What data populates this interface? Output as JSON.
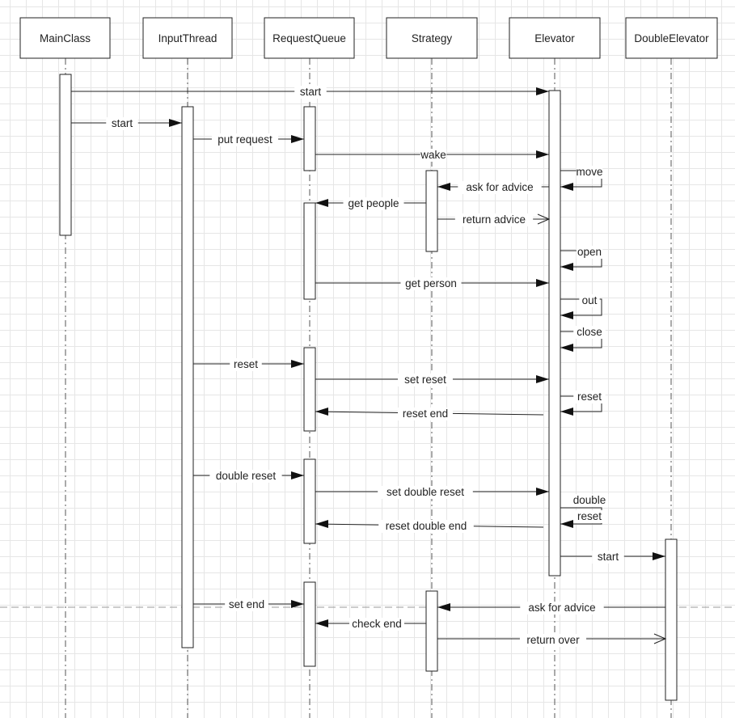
{
  "participants": [
    "MainClass",
    "InputThread",
    "RequestQueue",
    "Strategy",
    "Elevator",
    "DoubleElevator"
  ],
  "messages": [
    {
      "label": "start",
      "from": "MainClass",
      "to": "Elevator"
    },
    {
      "label": "start",
      "from": "MainClass",
      "to": "InputThread"
    },
    {
      "label": "put request",
      "from": "InputThread",
      "to": "RequestQueue"
    },
    {
      "label": "wake",
      "from": "RequestQueue",
      "to": "Elevator"
    },
    {
      "label": "move",
      "from": "Elevator",
      "to": "Elevator"
    },
    {
      "label": "ask for advice",
      "from": "Elevator",
      "to": "Strategy"
    },
    {
      "label": "get people",
      "from": "Strategy",
      "to": "RequestQueue"
    },
    {
      "label": "return advice",
      "from": "Strategy",
      "to": "Elevator",
      "kind": "return"
    },
    {
      "label": "open",
      "from": "Elevator",
      "to": "Elevator"
    },
    {
      "label": "get person",
      "from": "RequestQueue",
      "to": "Elevator"
    },
    {
      "label": "out",
      "from": "Elevator",
      "to": "Elevator"
    },
    {
      "label": "close",
      "from": "Elevator",
      "to": "Elevator"
    },
    {
      "label": "reset",
      "from": "InputThread",
      "to": "RequestQueue"
    },
    {
      "label": "set reset",
      "from": "RequestQueue",
      "to": "Elevator"
    },
    {
      "label": "reset",
      "from": "Elevator",
      "to": "Elevator"
    },
    {
      "label": "reset end",
      "from": "Elevator",
      "to": "RequestQueue"
    },
    {
      "label": "double reset",
      "from": "InputThread",
      "to": "RequestQueue"
    },
    {
      "label": "set double reset",
      "from": "RequestQueue",
      "to": "Elevator"
    },
    {
      "label": "double\nreset",
      "from": "Elevator",
      "to": "Elevator"
    },
    {
      "label": "reset double end",
      "from": "Elevator",
      "to": "RequestQueue"
    },
    {
      "label": "start",
      "from": "Elevator",
      "to": "DoubleElevator"
    },
    {
      "label": "set end",
      "from": "InputThread",
      "to": "RequestQueue"
    },
    {
      "label": "ask for advice",
      "from": "DoubleElevator",
      "to": "Strategy"
    },
    {
      "label": "check end",
      "from": "Strategy",
      "to": "RequestQueue"
    },
    {
      "label": "return over",
      "from": "Strategy",
      "to": "DoubleElevator",
      "kind": "return"
    }
  ]
}
